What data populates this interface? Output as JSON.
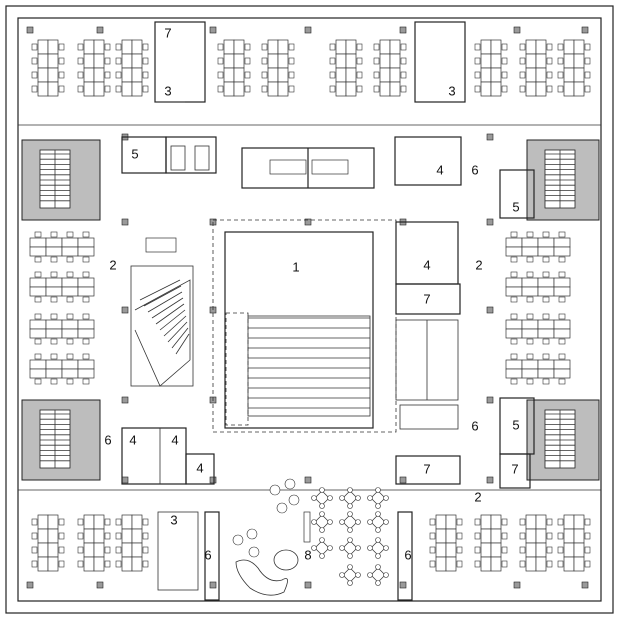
{
  "labels": {
    "atrium": "1",
    "circulation": "2",
    "meeting_room": "3",
    "toilet": "4",
    "storage": "5",
    "pantry": "6",
    "service": "7",
    "lounge": "8"
  }
}
